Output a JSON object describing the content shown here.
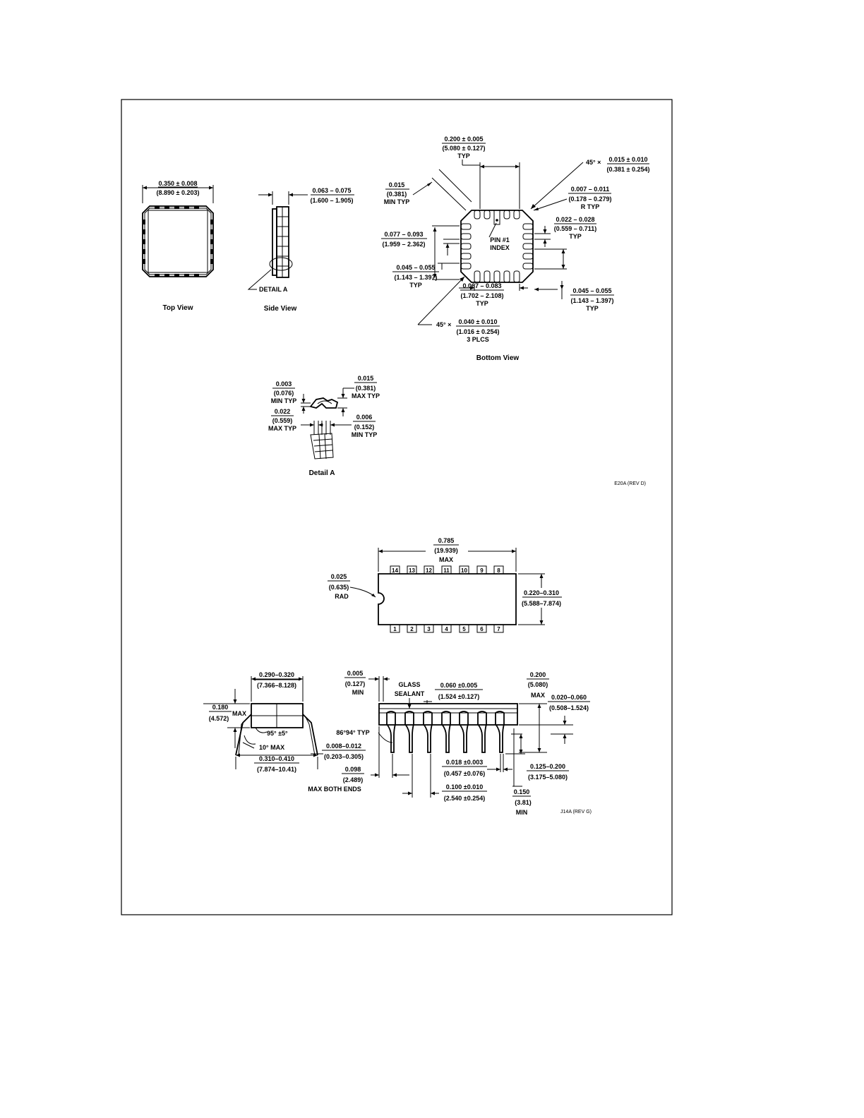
{
  "lcc": {
    "top_view": {
      "caption": "Top View",
      "dim_width": {
        "top": "0.350 ± 0.008",
        "bottom": "(8.890 ± 0.203)"
      }
    },
    "side_view": {
      "caption": "Side View",
      "dim_thickness": {
        "top": "0.063 – 0.075",
        "bottom": "(1.600 – 1.905)"
      },
      "detail_callout": "DETAIL A"
    },
    "bottom_view": {
      "caption": "Bottom View",
      "pin_index": {
        "line1": "PIN #1",
        "line2": "INDEX"
      },
      "dims": {
        "pitch": {
          "top": "0.200 ± 0.005",
          "bottom": "(5.080 ± 0.127)",
          "note": "TYP"
        },
        "chamfer_top": {
          "prefix": "45° ×",
          "top": "0.015 ± 0.010",
          "bottom": "(0.381 ± 0.254)"
        },
        "min_typ": {
          "top": "0.015",
          "bottom": "(0.381)",
          "note": "MIN TYP"
        },
        "radius": {
          "top": "0.007 – 0.011",
          "bottom": "(0.178 – 0.279)",
          "note": "R TYP"
        },
        "pad_width": {
          "top": "0.022 – 0.028",
          "bottom": "(0.559 – 0.711)",
          "note": "TYP"
        },
        "pad_len_left": {
          "top": "0.077 – 0.093",
          "bottom": "(1.959 – 2.362)"
        },
        "pad_space_left": {
          "top": "0.045 – 0.055",
          "bottom": "(1.143 – 1.397)",
          "note": "TYP"
        },
        "pad_len_bottom": {
          "top": "0.067 – 0.083",
          "bottom": "(1.702 – 2.108)",
          "note": "TYP"
        },
        "pad_space_right": {
          "top": "0.045 – 0.055",
          "bottom": "(1.143 – 1.397)",
          "note": "TYP"
        },
        "chamfer_bottom": {
          "prefix": "45° ×",
          "top": "0.040 ± 0.010",
          "bottom": "(1.016 ± 0.254)",
          "note": "3 PLCS"
        }
      }
    },
    "detail_a": {
      "caption": "Detail A",
      "dims": {
        "d1": {
          "top": "0.003",
          "bottom": "(0.076)",
          "note": "MIN TYP"
        },
        "d2": {
          "top": "0.015",
          "bottom": "(0.381)",
          "note": "MAX TYP"
        },
        "d3": {
          "top": "0.022",
          "bottom": "(0.559)",
          "note": "MAX TYP"
        },
        "d4": {
          "top": "0.006",
          "bottom": "(0.152)",
          "note": "MIN TYP"
        }
      }
    },
    "drawing_ref": "E20A (REV D)"
  },
  "dip": {
    "top": {
      "length": {
        "top": "0.785",
        "bottom": "(19.939)",
        "note": "MAX"
      },
      "notch": {
        "top": "0.025",
        "bottom": "(0.635)",
        "note": "RAD"
      },
      "width": {
        "top": "0.220–0.310",
        "bottom": "(5.588–7.874)"
      },
      "pins_top": [
        "14",
        "13",
        "12",
        "11",
        "10",
        "9",
        "8"
      ],
      "pins_bottom": [
        "1",
        "2",
        "3",
        "4",
        "5",
        "6",
        "7"
      ]
    },
    "end_view": {
      "row_spacing": {
        "top": "0.290–0.320",
        "bottom": "(7.366–8.128)"
      },
      "height": {
        "top": "0.180",
        "bottom": "(4.572)",
        "note": "MAX"
      },
      "angle1": "95° ±5°",
      "angle2": "10° MAX",
      "lead_span": {
        "top": "0.310–0.410",
        "bottom": "(7.874–10.41)"
      },
      "lead_thick": {
        "top": "0.008–0.012",
        "bottom": "(0.203–0.305)"
      }
    },
    "side_view": {
      "min_standoff": {
        "top": "0.005",
        "bottom": "(0.127)",
        "note": "MIN"
      },
      "glass": {
        "line1": "GLASS",
        "line2": "SEALANT"
      },
      "lead_width_top": {
        "top": "0.060 ±0.005",
        "bottom": "(1.524 ±0.127)"
      },
      "body_height": {
        "top": "0.200",
        "bottom": "(5.080)",
        "note": "MAX"
      },
      "seat": {
        "top": "0.020–0.060",
        "bottom": "(0.508–1.524)"
      },
      "lead_angle": "86°94° TYP",
      "end_space": {
        "top": "0.098",
        "bottom": "(2.489)",
        "note": "MAX BOTH ENDS"
      },
      "lead_width": {
        "top": "0.018 ±0.003",
        "bottom": "(0.457 ±0.076)"
      },
      "lead_len": {
        "top": "0.125–0.200",
        "bottom": "(3.175–5.080)"
      },
      "pitch": {
        "top": "0.100 ±0.010",
        "bottom": "(2.540 ±0.254)"
      },
      "min_len": {
        "top": "0.150",
        "bottom": "(3.81)",
        "note": "MIN"
      }
    },
    "drawing_ref": "J14A (REV G)"
  }
}
